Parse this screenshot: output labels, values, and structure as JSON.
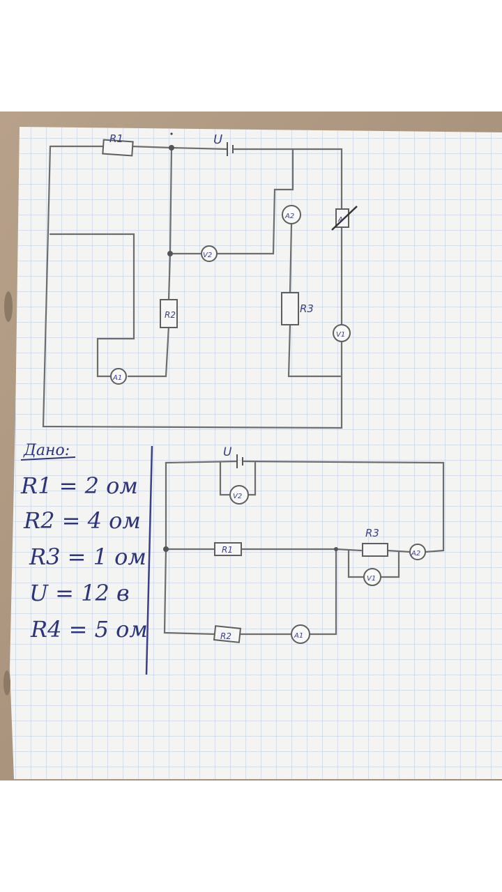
{
  "photo": {
    "description_free": true
  },
  "circuit_top": {
    "r1": "R1",
    "r2": "R2",
    "r3": "R3",
    "u": "U",
    "a1": "A1",
    "a2": "A2",
    "v1": "V1",
    "v2": "V2",
    "x": "A"
  },
  "given": {
    "title": "Дано:",
    "lines": [
      "R1 = 2 ом",
      "R2 = 4 ом",
      "R3 = 1 ом",
      "U = 12 в",
      "R4 = 5 ом"
    ]
  },
  "circuit_bottom": {
    "u": "U",
    "r1": "R1",
    "r2": "R2",
    "r3": "R3",
    "a1": "A1",
    "a2": "A2",
    "v1": "V1",
    "v2": "V2"
  }
}
